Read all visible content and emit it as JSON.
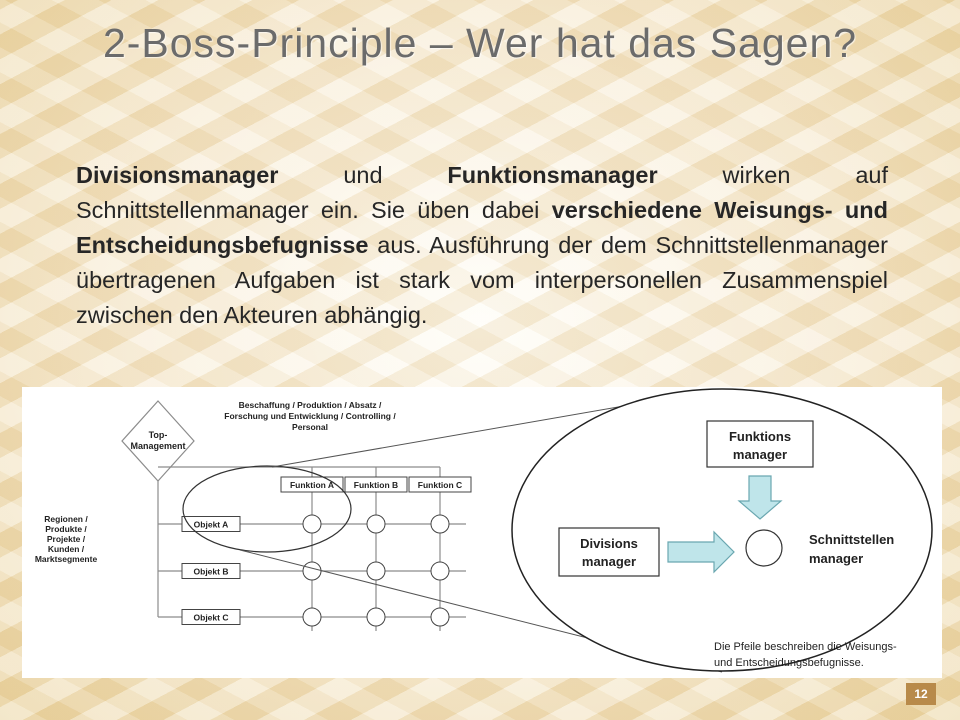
{
  "slide": {
    "title": "2-Boss-Principle – Wer hat das Sagen?",
    "page_number": "12",
    "paragraph": [
      {
        "text": "Divisionsmanager",
        "bold": true
      },
      {
        "text": " und ",
        "bold": false
      },
      {
        "text": "Funktionsmanager",
        "bold": true
      },
      {
        "text": " wirken auf Schnittstellenmanager ein. Sie üben dabei ",
        "bold": false
      },
      {
        "text": "verschiedene Weisungs- und Entscheidungsbefugnisse",
        "bold": true
      },
      {
        "text": " aus. Ausführung der dem Schnittstellenmanager übertragenen Aufgaben ist stark vom interpersonellen Zusammenspiel zwischen den Akteuren abhängig.",
        "bold": false
      }
    ]
  },
  "diagram": {
    "top_management": [
      "Top-",
      "Management"
    ],
    "functions_header": [
      "Beschaffung / Produktion / Absatz /",
      "Forschung und Entwicklung / Controlling /",
      "Personal"
    ],
    "regions_label": [
      "Regionen /",
      "Produkte /",
      "Projekte /",
      "Kunden /",
      "Marktsegmente"
    ],
    "functions": [
      "Funktion A",
      "Funktion B",
      "Funktion C"
    ],
    "objects": [
      "Objekt A",
      "Objekt B",
      "Objekt C"
    ],
    "zoom": {
      "funktions_manager": [
        "Funktions",
        "manager"
      ],
      "divisions_manager": [
        "Divisions",
        "manager"
      ],
      "schnittstellen_manager": [
        "Schnittstellen",
        "manager"
      ]
    },
    "caption": [
      "Die Pfeile beschreiben die Weisungs-",
      "und Entscheidungsbefugnisse."
    ],
    "colors": {
      "arrow_fill": "#bfe5ea",
      "arrow_stroke": "#6aa7b0",
      "line": "#8c8c8c"
    }
  }
}
